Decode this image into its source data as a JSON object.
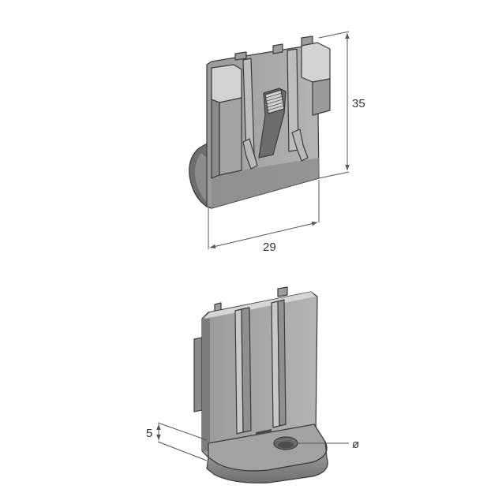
{
  "dimensions": {
    "height": "35",
    "width": "29",
    "base_thickness": "5",
    "hole_diameter": "ø"
  },
  "colors": {
    "part_face": "#a9a9a9",
    "part_light": "#c4c4c4",
    "part_dark": "#7d7d7d",
    "part_darker": "#5e5e5e",
    "edge": "#3a3a3a",
    "dimension": "#555555"
  }
}
